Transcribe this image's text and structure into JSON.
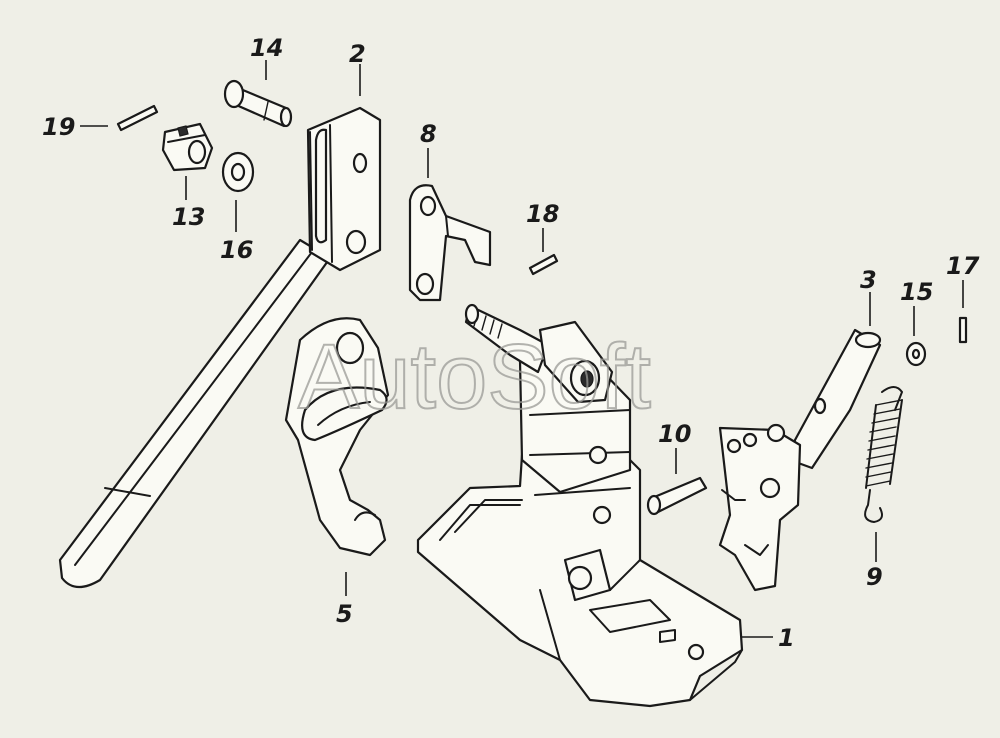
{
  "watermark": "AutoSoft",
  "callouts": [
    {
      "id": "1",
      "label": "1"
    },
    {
      "id": "2",
      "label": "2"
    },
    {
      "id": "3",
      "label": "3"
    },
    {
      "id": "5",
      "label": "5"
    },
    {
      "id": "8",
      "label": "8"
    },
    {
      "id": "9",
      "label": "9"
    },
    {
      "id": "10",
      "label": "10"
    },
    {
      "id": "13",
      "label": "13"
    },
    {
      "id": "14",
      "label": "14"
    },
    {
      "id": "15",
      "label": "15"
    },
    {
      "id": "16",
      "label": "16"
    },
    {
      "id": "17",
      "label": "17"
    },
    {
      "id": "18",
      "label": "18"
    },
    {
      "id": "19",
      "label": "19"
    }
  ]
}
